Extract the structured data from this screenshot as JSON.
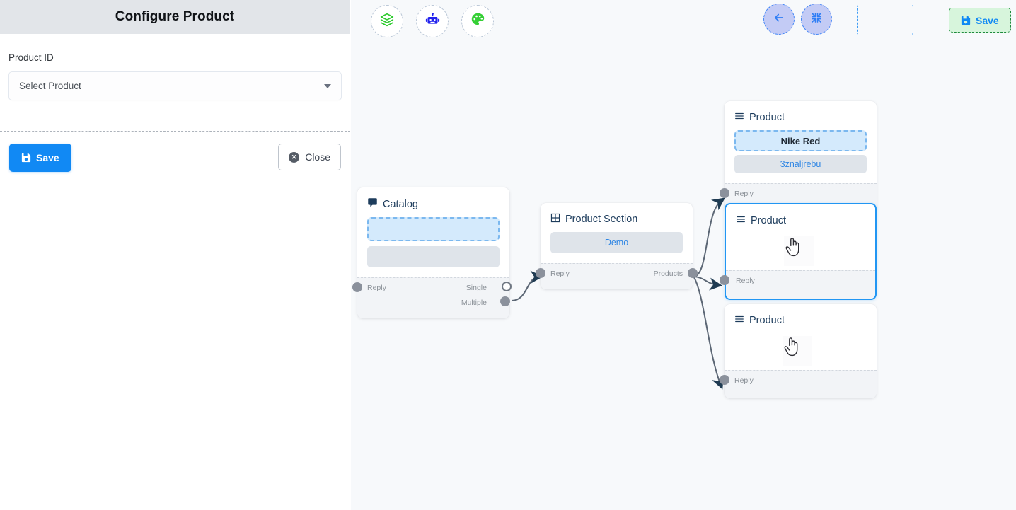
{
  "left_panel": {
    "title": "Configure Product",
    "field_label": "Product ID",
    "select": {
      "placeholder": "Select Product",
      "value": "Select Product",
      "caret_icon": "chevron-down-icon"
    },
    "save_label": "Save",
    "close_label": "Close",
    "save_icon": "floppy-disk-icon",
    "close_icon": "close-circle-icon",
    "accent_color": "#1189f4"
  },
  "canvas": {
    "background_color": "#f7f9fb",
    "left_toolbar": [
      {
        "name": "stack-icon",
        "title": "Layers",
        "color": "#2ecc2e"
      },
      {
        "name": "robot-icon",
        "title": "Bot",
        "color": "#2222ee"
      },
      {
        "name": "palette-icon",
        "title": "Theme",
        "color": "#35cf35"
      }
    ],
    "right_toolbar": {
      "back_icon": "arrow-left-icon",
      "fit_icon": "compress-arrows-icon",
      "placeholder_name": "empty-dashed-slot",
      "save_label": "Save",
      "save_icon": "floppy-disk-icon",
      "save_bg": "#d7f5dc",
      "save_border": "#1e8a3c",
      "save_text_color": "#1189f4",
      "circle_bg": "#c3cbf5",
      "circle_border": "#3b82f6"
    },
    "nodes": [
      {
        "id": "catalog",
        "title": "Catalog",
        "icon": "comment-icon",
        "chips": [
          {
            "type": "dashed",
            "text": ""
          },
          {
            "type": "gray",
            "text": ""
          }
        ],
        "ports": {
          "left": "Reply",
          "right_top": "Single",
          "right_bottom": "Multiple"
        }
      },
      {
        "id": "product-section",
        "title": "Product Section",
        "icon": "grid-icon",
        "chips": [
          {
            "type": "gray",
            "text": "Demo"
          }
        ],
        "ports": {
          "left": "Reply",
          "right": "Products"
        }
      },
      {
        "id": "product-1",
        "title": "Product",
        "icon": "list-icon",
        "chips": [
          {
            "type": "dashed",
            "text": "Nike Red"
          },
          {
            "type": "gray",
            "text": "3znaljrebu"
          }
        ],
        "ports": {
          "left": "Reply"
        },
        "selected": false
      },
      {
        "id": "product-2",
        "title": "Product",
        "icon": "list-icon",
        "chips": [],
        "image_placeholder": "hand-cursor-image",
        "ports": {
          "left": "Reply"
        },
        "selected": true
      },
      {
        "id": "product-3",
        "title": "Product",
        "icon": "list-icon",
        "chips": [],
        "image_placeholder": "hand-cursor-image",
        "ports": {
          "left": "Reply"
        },
        "selected": false
      }
    ]
  }
}
